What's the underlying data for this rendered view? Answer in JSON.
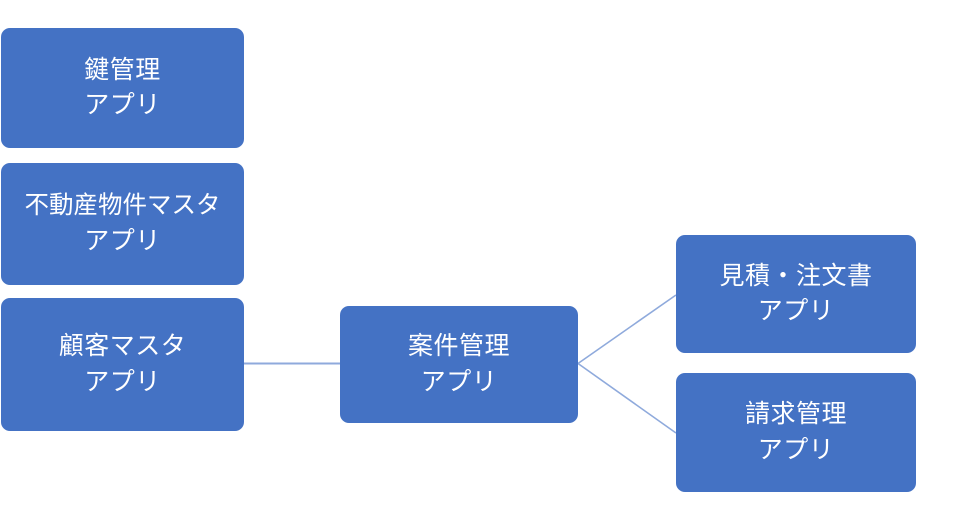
{
  "diagram": {
    "type": "app-relationship-diagram",
    "background_color": "#FFFFFF",
    "node_fill_color": "#4472C4",
    "node_text_color": "#FFFFFF",
    "connector_color": "#8FAADC",
    "nodes": [
      {
        "id": "key-mgmt",
        "line1": "鍵管理",
        "line2": "アプリ",
        "column": "left"
      },
      {
        "id": "property-master",
        "line1": "不動産物件マスタ",
        "line2": "アプリ",
        "column": "left"
      },
      {
        "id": "customer-master",
        "line1": "顧客マスタ",
        "line2": "アプリ",
        "column": "left"
      },
      {
        "id": "project-mgmt",
        "line1": "案件管理",
        "line2": "アプリ",
        "column": "center"
      },
      {
        "id": "quote-order",
        "line1": "見積・注文書",
        "line2": "アプリ",
        "column": "right"
      },
      {
        "id": "billing-mgmt",
        "line1": "請求管理",
        "line2": "アプリ",
        "column": "right"
      }
    ],
    "connectors": [
      {
        "id": "customer-to-project",
        "from": "customer-master",
        "to": "project-mgmt",
        "style": "straight-horizontal"
      },
      {
        "id": "project-to-quote",
        "from": "project-mgmt",
        "to": "quote-order",
        "style": "straight-diagonal"
      },
      {
        "id": "project-to-billing",
        "from": "project-mgmt",
        "to": "billing-mgmt",
        "style": "straight-diagonal"
      }
    ]
  }
}
